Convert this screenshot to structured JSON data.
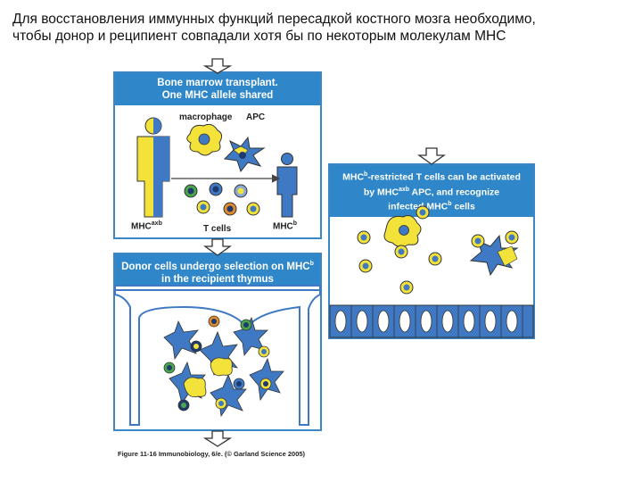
{
  "slide": {
    "title_line1": "Для восстановления иммунных функций пересадкой костного мозга необходимо,",
    "title_line2": "чтобы донор и реципиент совпадали хотя бы по некоторым молекулам МНС"
  },
  "panel_top": {
    "header_line1": "Bone marrow transplant.",
    "header_line2": "One MHC allele shared",
    "label_macrophage": "macrophage",
    "label_apc": "APC",
    "label_mhc_left": "MHC",
    "label_mhc_left_sup": "axb",
    "label_tcells": "T cells",
    "label_mhc_right": "MHC",
    "label_mhc_right_sup": "b"
  },
  "panel_middle": {
    "header_line1_pre": "Donor cells undergo selection on MHC",
    "header_line1_sup": "b",
    "header_line2": "in the recipient thymus"
  },
  "panel_right": {
    "header_line1_pre": "MHC",
    "header_line1_sup": "b",
    "header_line1_post": "-restricted T cells can be activated",
    "header_line2_pre": "by MHC",
    "header_line2_sup": "axb",
    "header_line2_post": " APC, and recognize",
    "header_line3_pre": "infected MHC",
    "header_line3_sup": "b",
    "header_line3_post": " cells"
  },
  "caption": "Figure 11-16 Immunobiology, 6/e. (© Garland Science 2005)",
  "colors": {
    "panel_blue": "#2f86c9",
    "cell_blue": "#3f79c4",
    "cell_yellow": "#f2e23a",
    "cell_green": "#4aa64a",
    "cell_dark": "#1f3a6e"
  }
}
